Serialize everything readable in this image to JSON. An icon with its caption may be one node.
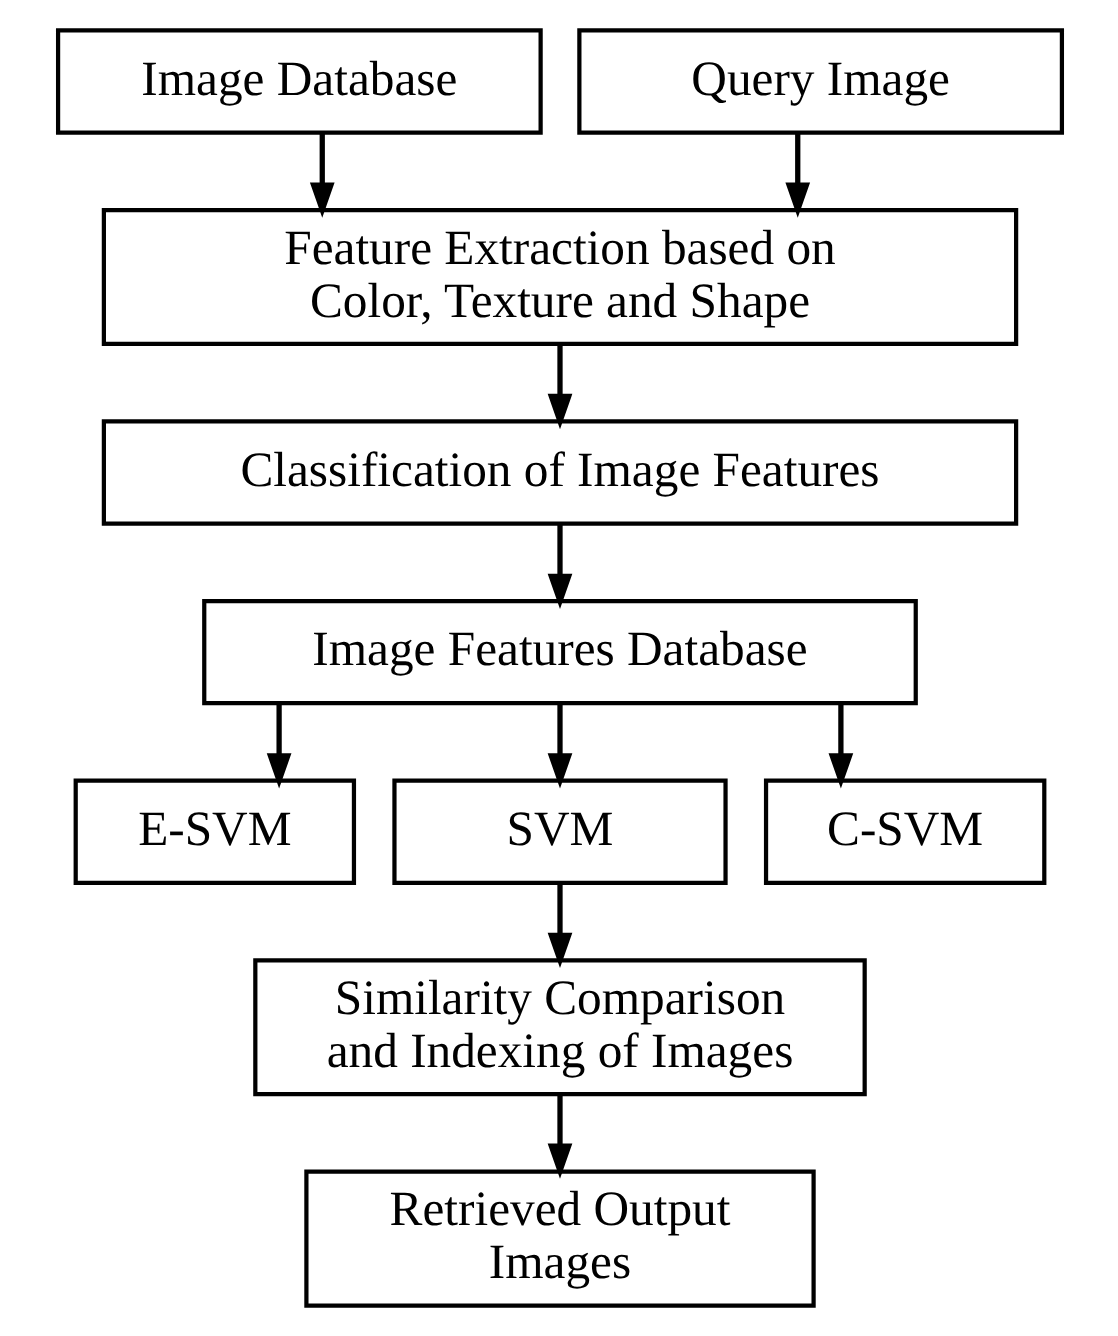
{
  "diagram": {
    "nodes": [
      {
        "text": [
          "Image Database"
        ]
      },
      {
        "text": [
          "Query Image"
        ]
      },
      {
        "text": [
          "Feature Extraction based on Color, Texture and Shape"
        ]
      },
      {
        "text": [
          "Classification of Image Features"
        ]
      },
      {
        "text": [
          "Image Features Database"
        ]
      },
      {
        "text": [
          "E-SVM"
        ]
      },
      {
        "text": [
          "SVM"
        ]
      },
      {
        "text": [
          "C-SVM"
        ]
      },
      {
        "text": [
          "Similarity Comparison and Indexing of Images"
        ]
      },
      {
        "text": [
          "Retrieved Output Images"
        ]
      }
    ],
    "edges": [
      {
        "from": 0,
        "to": 2,
        "arrow": "to"
      },
      {
        "from": 1,
        "to": 2,
        "arrow": "to"
      },
      {
        "from": 2,
        "to": 3,
        "arrow": "to"
      },
      {
        "from": 3,
        "to": 4,
        "arrow": "to"
      },
      {
        "from": 4,
        "to": 5,
        "arrow": "to"
      },
      {
        "from": 4,
        "to": 6,
        "arrow": "to"
      },
      {
        "from": 4,
        "to": 7,
        "arrow": "to"
      },
      {
        "from": 6,
        "to": 8,
        "arrow": "to"
      },
      {
        "from": 8,
        "to": 9,
        "arrow": "to"
      }
    ]
  }
}
